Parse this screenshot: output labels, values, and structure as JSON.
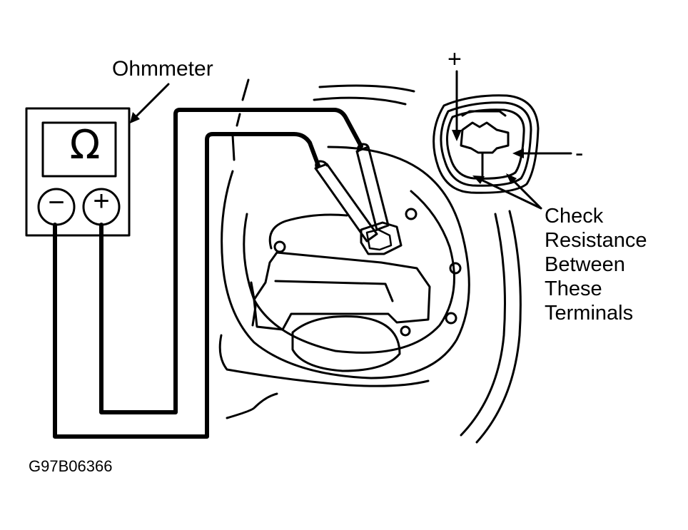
{
  "labels": {
    "ohmmeter": "Ohmmeter",
    "check_resistance": "Check Resistance Between These Terminals",
    "plus": "+",
    "minus": "-",
    "figure_code": "G97B06366"
  },
  "meter": {
    "symbol": "Ω",
    "negative_terminal": "−",
    "positive_terminal": "+"
  },
  "colors": {
    "line": "#000000",
    "background": "#ffffff"
  }
}
